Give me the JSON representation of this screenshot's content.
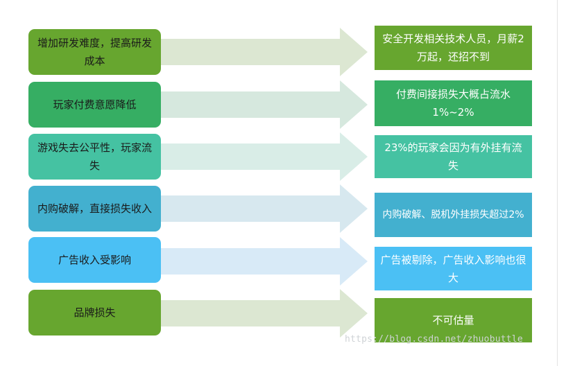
{
  "rows": [
    {
      "cause": "增加研发难度，提高研发成本",
      "effect": "安全开发相关技术人员，月薪2万起，还招不到",
      "cause_color": "#67a62f",
      "effect_color": "#67a62f",
      "arrow_color": "#dce7d2"
    },
    {
      "cause": "玩家付费意愿降低",
      "effect": "付费间接损失大概占流水1%~2%",
      "cause_color": "#36ae63",
      "effect_color": "#36ae63",
      "arrow_color": "#d6e8de"
    },
    {
      "cause": "游戏失去公平性，玩家流失",
      "effect": "23%的玩家会因为有外挂有流失",
      "cause_color": "#45c2a2",
      "effect_color": "#45c2a2",
      "arrow_color": "#d9ede7"
    },
    {
      "cause": "内购破解，直接损失收入",
      "effect": "内购破解、脱机外挂损失超过2%",
      "cause_color": "#43b0cf",
      "effect_color": "#43b0cf",
      "arrow_color": "#d7e8ef"
    },
    {
      "cause": "广告收入受影响",
      "effect": "广告被剔除，广告收入影响也很大",
      "cause_color": "#4bc0f4",
      "effect_color": "#4bc0f4",
      "arrow_color": "#d8eaf7"
    },
    {
      "cause": "品牌损失",
      "effect": "不可估量",
      "cause_color": "#67a62f",
      "effect_color": "#67a62f",
      "arrow_color": "#dce7d2"
    }
  ],
  "watermark": "https://blog.csdn.net/zhuobuttle"
}
